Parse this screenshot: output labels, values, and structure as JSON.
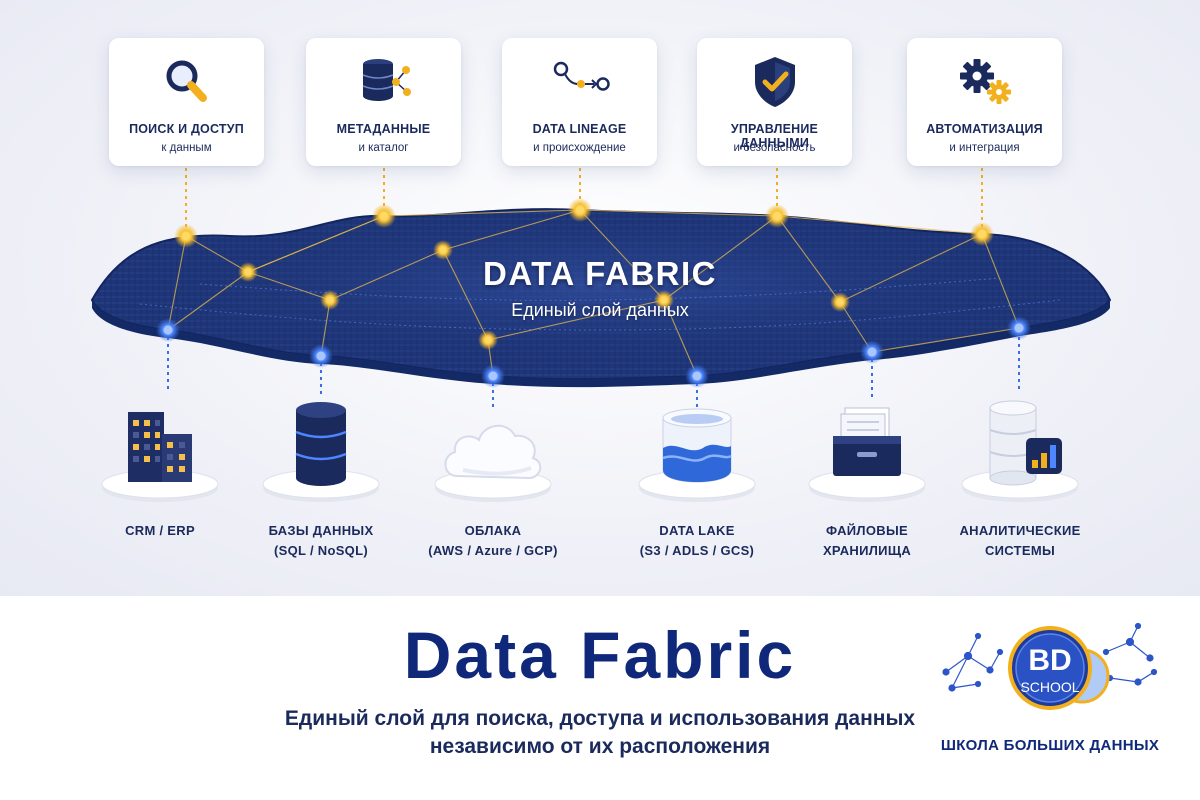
{
  "capabilities": [
    {
      "line1": "ПОИСК И ДОСТУП",
      "line2": "к данным",
      "icon": "magnifier-icon"
    },
    {
      "line1": "МЕТАДАННЫЕ",
      "line2": "и каталог",
      "icon": "database-network-icon"
    },
    {
      "line1": "DATA LINEAGE",
      "line2": "и происхождение",
      "icon": "lineage-flow-icon"
    },
    {
      "line1": "УПРАВЛЕНИЕ ДАННЫМИ",
      "line2": "и безопасность",
      "icon": "shield-check-icon"
    },
    {
      "line1": "АВТОМАТИЗАЦИЯ",
      "line2": "и интеграция",
      "icon": "gears-icon"
    }
  ],
  "fabric": {
    "title": "DATA FABRIC",
    "subtitle": "Единый слой данных"
  },
  "sources": [
    {
      "line1": "CRM / ERP",
      "line2": "",
      "icon": "buildings-icon"
    },
    {
      "line1": "БАЗЫ ДАННЫХ",
      "line2": "(SQL / NoSQL)",
      "icon": "database-icon"
    },
    {
      "line1": "ОБЛАКА",
      "line2": "(AWS / Azure / GCP)",
      "icon": "cloud-icon"
    },
    {
      "line1": "DATA LAKE",
      "line2": "(S3 / ADLS / GCS)",
      "icon": "data-lake-icon"
    },
    {
      "line1": "ФАЙЛОВЫЕ",
      "line2": "ХРАНИЛИЩА",
      "icon": "file-storage-icon"
    },
    {
      "line1": "АНАЛИТИЧЕСКИЕ",
      "line2": "СИСТЕМЫ",
      "icon": "analytics-db-icon"
    }
  ],
  "footer": {
    "title": "Data  Fabric",
    "subtitle_line1": "Единый слой для поиска, доступа и использования данных",
    "subtitle_line2": "независимо от их расположения"
  },
  "logo": {
    "mark_line1": "BD",
    "mark_line2": "SCHOOL",
    "caption": "ШКОЛА БОЛЬШИХ ДАННЫХ"
  },
  "colors": {
    "navy": "#1b2a5c",
    "fabric_blue": "#1e3579",
    "gold": "#f2b01e",
    "accent_blue": "#3a6fe0"
  }
}
